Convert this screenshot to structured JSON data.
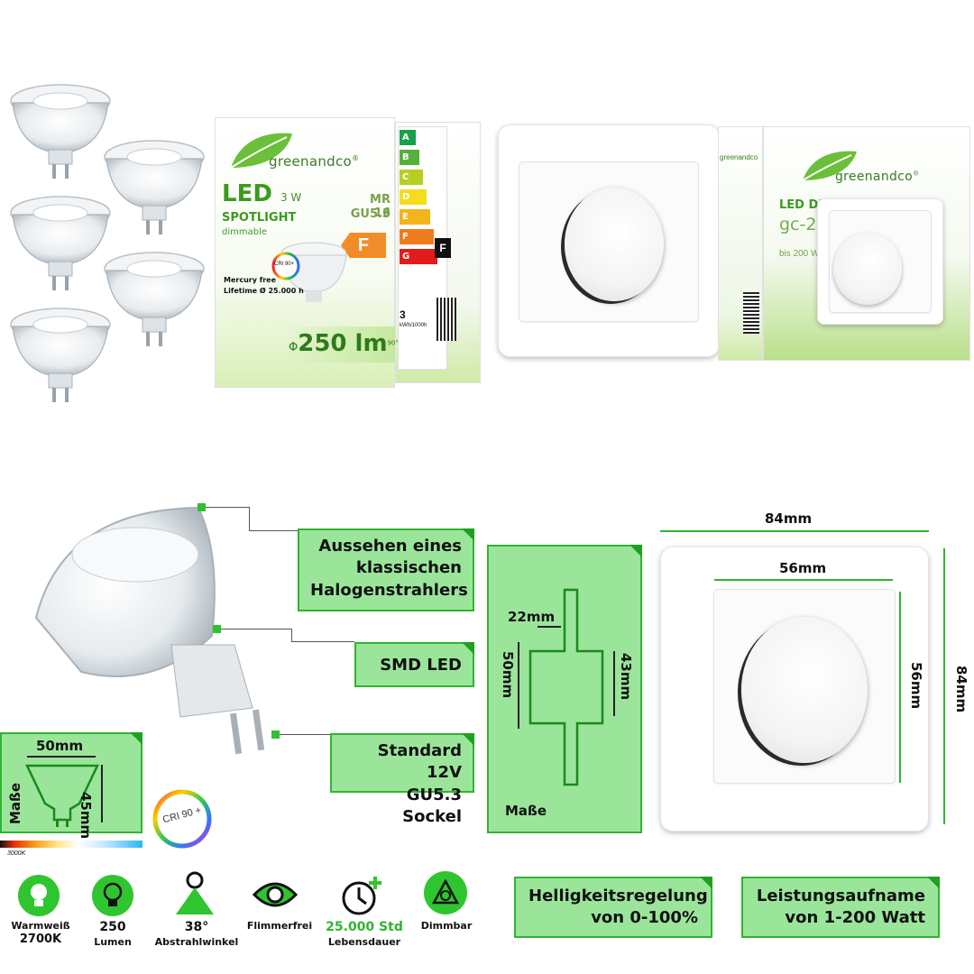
{
  "led_box": {
    "brand": "greenandco",
    "brand_mark": "®",
    "title": "LED",
    "wattage": "3 W",
    "subtitle": "SPOTLIGHT",
    "dimmable": "dimmable",
    "socket_line1": "MR 16",
    "socket_line2": "GU5.3",
    "badge_cri": "CRI 90+",
    "mercury_free": "Mercury free",
    "lifetime": "Lifetime Ø 25.000 h",
    "lumen_prefix": "Φ",
    "lumen": "250 lm",
    "lumen_suffix": "90°",
    "energy_classes": [
      "A",
      "B",
      "C",
      "D",
      "E",
      "F",
      "G"
    ],
    "energy_selected": "F",
    "energy_side": "F",
    "kwh": "3",
    "kwh_unit": "kWh/1000h"
  },
  "dimmer_box": {
    "brand": "greenandco",
    "brand_mark": "®",
    "side_brand": "greenandco",
    "title": "LED DIMMER",
    "model": "gc-200",
    "max_power": "bis 200 W"
  },
  "bulb_callouts": {
    "appearance": [
      "Aussehen eines",
      "klassischen",
      "Halogenstrahlers"
    ],
    "smd": "SMD LED",
    "socket": [
      "Standard 12V",
      "GU5.3 Sockel"
    ]
  },
  "bulb_dimensions": {
    "label": "Maße",
    "width": "50mm",
    "height": "45mm"
  },
  "cri_badge": "CRI 90 +",
  "color_temp_scale_label": "3000K",
  "dimmer_dimensions": {
    "label": "Maße",
    "depth": "22mm",
    "height_outer": "50mm",
    "height_inner": "43mm",
    "frame_width": "84mm",
    "frame_height": "84mm",
    "inner_width": "56mm",
    "inner_height": "56mm"
  },
  "features": [
    {
      "icon": "bulb-icon",
      "line1": "Warmweiß",
      "line2": "2700K"
    },
    {
      "icon": "lumen-bulb-icon",
      "line1": "250",
      "line2": "Lumen"
    },
    {
      "icon": "beam-angle-icon",
      "line1": "38°",
      "line2": "Abstrahlwinkel"
    },
    {
      "icon": "eye-icon",
      "line1": "Flimmerfrei",
      "line2": ""
    },
    {
      "icon": "clock-plus-icon",
      "line1": "25.000 Std",
      "line2": "Lebensdauer"
    },
    {
      "icon": "dimmable-icon",
      "line1": "Dimmbar",
      "line2": ""
    }
  ],
  "dimmer_callouts": {
    "brightness": [
      "Helligkeitsregelung",
      "von 0-100%"
    ],
    "power": [
      "Leistungsaufname",
      "von 1-200 Watt"
    ]
  },
  "colors": {
    "green_fill": "#9be59b",
    "green_border": "#2fb52f",
    "green_icon": "#2fc52f",
    "brand_green": "#3c9a1e"
  }
}
